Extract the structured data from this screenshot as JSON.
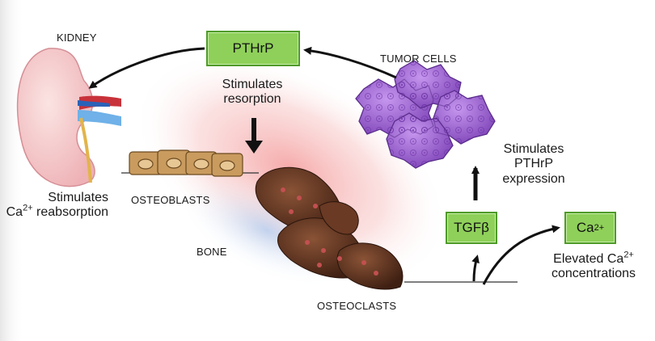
{
  "labels": {
    "kidney": "KIDNEY",
    "kidney_effect_line1": "Stimulates",
    "kidney_effect_line2_prefix": "Ca",
    "kidney_effect_line2_sup": "2+",
    "kidney_effect_line2_suffix": " reabsorption",
    "pthrp_effect_line1": "Stimulates",
    "pthrp_effect_line2": "resorption",
    "tumor_cells": "TUMOR CELLS",
    "tgfb_effect_line1": "Stimulates",
    "tgfb_effect_line2": "PTHrP",
    "tgfb_effect_line3": "expression",
    "osteoblasts": "OSTEOBLASTS",
    "bone": "BONE",
    "osteoclasts": "OSTEOCLASTS",
    "ca_effect_line1_prefix": "Elevated Ca",
    "ca_effect_line1_sup": "2+",
    "ca_effect_line2": "concentrations"
  },
  "boxes": {
    "pthrp": "PTHrP",
    "tgfb": "TGFβ",
    "ca_prefix": "Ca",
    "ca_sup": "2+"
  },
  "colors": {
    "box_fill": "#8fd05a",
    "box_border": "#4f9a2a",
    "tumor": "#9b63cf",
    "osteoclast": "#5a2f1c",
    "osteoblast": "#b98a4e",
    "kidney": "#f4c3c8",
    "resorption_glow": "#f6a0a0",
    "arrow": "#111111"
  }
}
